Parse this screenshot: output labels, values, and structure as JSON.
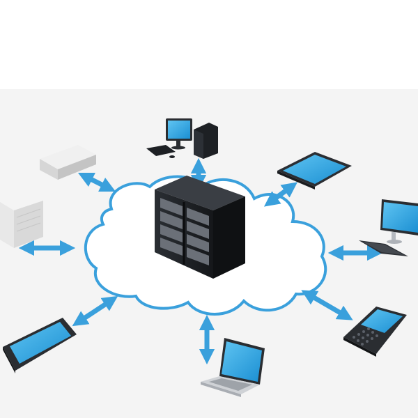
{
  "diagram": {
    "background_color": "#f4f4f4",
    "accent_color": "#3aa0dc",
    "screen_color": "#29a8e8",
    "cloud_fill": "#ffffff",
    "server_color": "#1f2226",
    "nodes": [
      {
        "name": "server-rack-icon",
        "role": "center"
      },
      {
        "name": "desktop-pc-icon",
        "role": "client"
      },
      {
        "name": "tablet-icon",
        "role": "client"
      },
      {
        "name": "monitor-keyboard-icon",
        "role": "client"
      },
      {
        "name": "blackberry-phone-icon",
        "role": "client"
      },
      {
        "name": "laptop-icon",
        "role": "client"
      },
      {
        "name": "smartphone-icon",
        "role": "client"
      },
      {
        "name": "nas-storage-icon",
        "role": "client"
      },
      {
        "name": "network-appliance-icon",
        "role": "client"
      }
    ],
    "connections": 8
  }
}
